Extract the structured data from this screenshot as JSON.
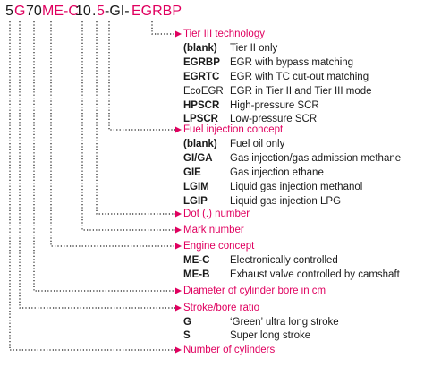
{
  "designation": {
    "cyl": "5",
    "bore_letter": "G",
    "bore_num": "70",
    "concept": "ME-C",
    "mark": "10",
    "dot": ".",
    "ver": "5",
    "fuel": "-GI-",
    "tier": "EGRBP"
  },
  "tier": {
    "heading": "Tier III technology",
    "rows": [
      {
        "code": "(blank)",
        "desc": "Tier II only"
      },
      {
        "code": "EGRBP",
        "desc": "EGR with bypass matching"
      },
      {
        "code": "EGRTC",
        "desc": "EGR with TC cut-out matching"
      },
      {
        "code": "EcoEGR",
        "desc": "EGR in Tier II and Tier III mode"
      },
      {
        "code": "HPSCR",
        "desc": "High-pressure SCR"
      },
      {
        "code": "LPSCR",
        "desc": "Low-pressure SCR"
      }
    ]
  },
  "fuel": {
    "heading": "Fuel injection concept",
    "rows": [
      {
        "code": "(blank)",
        "desc": "Fuel oil only"
      },
      {
        "code": "GI/GA",
        "desc": "Gas injection/gas admission methane"
      },
      {
        "code": "GIE",
        "desc": "Gas injection ethane"
      },
      {
        "code": "LGIM",
        "desc": "Liquid gas injection methanol"
      },
      {
        "code": "LGIP",
        "desc": "Liquid gas injection LPG"
      }
    ]
  },
  "dot_heading": "Dot (.) number",
  "mark_heading": "Mark number",
  "engine": {
    "heading": "Engine concept",
    "rows": [
      {
        "code": "ME-C",
        "desc": "Electronically controlled"
      },
      {
        "code": "ME-B",
        "desc": "Exhaust valve controlled by camshaft"
      }
    ]
  },
  "bore_heading": "Diameter of cylinder bore in cm",
  "stroke": {
    "heading": "Stroke/bore ratio",
    "rows": [
      {
        "code": "G",
        "desc": "‘Green’ ultra long stroke"
      },
      {
        "code": "S",
        "desc": "Super long stroke"
      }
    ]
  },
  "cyl_heading": "Number of cylinders",
  "colors": {
    "accent": "#e0005f",
    "text": "#1a1a1a",
    "line": "#1a1a1a"
  }
}
